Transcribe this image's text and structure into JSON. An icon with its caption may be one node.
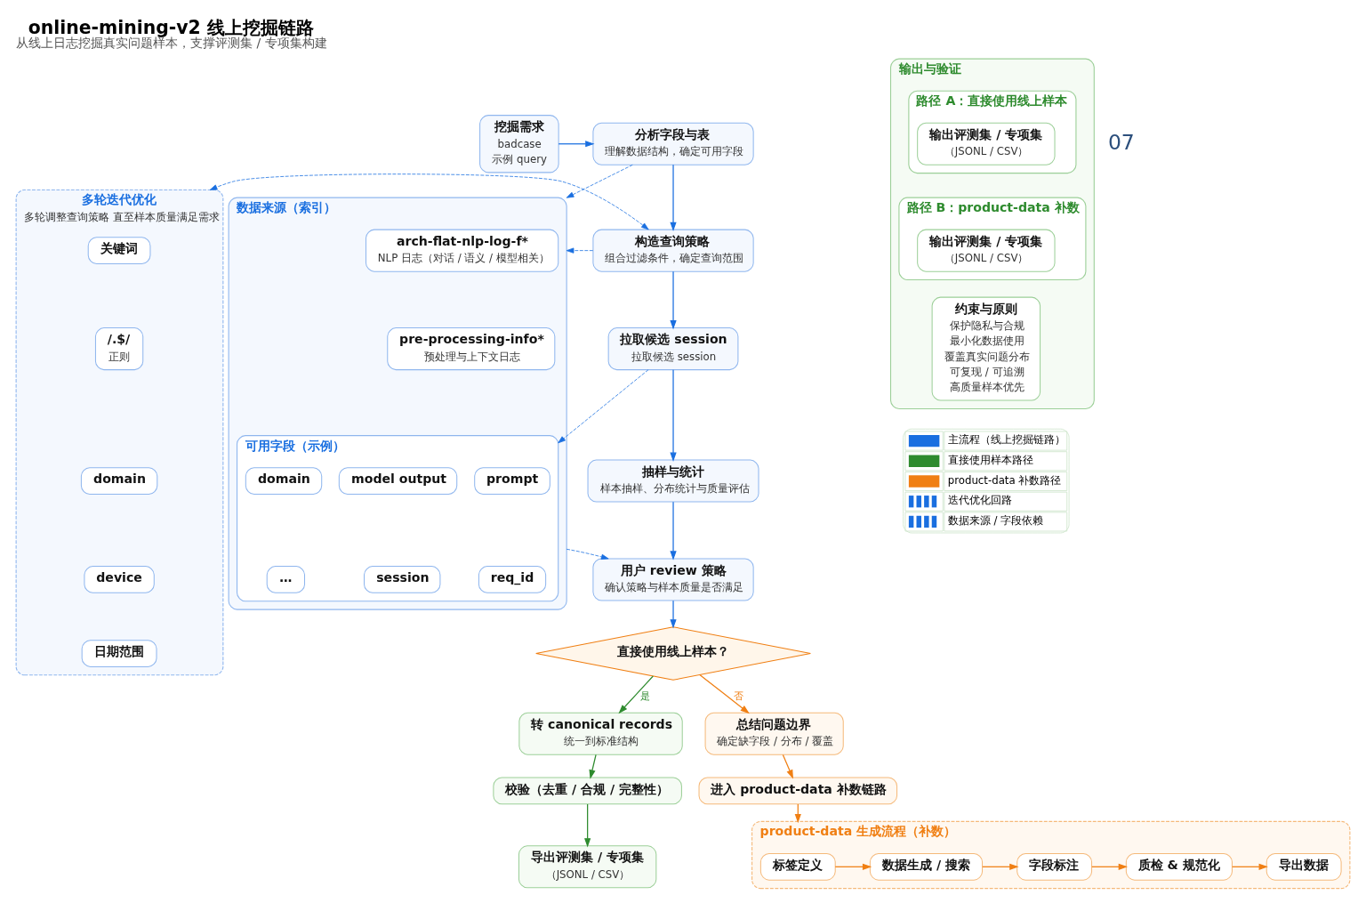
{
  "diagram": {
    "title": "online-mining-v2 线上挖掘链路",
    "caption": "从线上日志挖掘真实问题样本，支撑评测集 / 专项集构建",
    "nodes": [
      {
        "text": [
          "挖掘需求",
          "badcase",
          "示例 query"
        ]
      },
      {
        "text": [
          "分析字段与表",
          "理解数据结构，确定可用字段"
        ]
      },
      {
        "text": [
          "构造查询策略",
          "组合过滤条件，确定查询范围"
        ]
      },
      {
        "text": [
          "拉取候选 session",
          "拉取候选 session"
        ]
      },
      {
        "text": [
          "抽样与统计",
          "样本抽样、分布统计与质量评估"
        ]
      },
      {
        "text": [
          "用户 review 策略",
          "确认策略与样本质量是否满足"
        ]
      },
      {
        "text": [
          "直接使用线上样本？"
        ]
      },
      {
        "text": [
          "转 canonical records",
          "统一到标准结构"
        ]
      },
      {
        "text": [
          "校验（去重 / 合规 / 完整性）"
        ]
      },
      {
        "text": [
          "导出评测集 / 专项集",
          "（JSONL / CSV）"
        ]
      },
      {
        "text": [
          "总结问题边界",
          "确定缺字段 / 分布 / 覆盖"
        ]
      },
      {
        "text": [
          "进入 product-data 补数链路"
        ]
      },
      {
        "text": [
          "product-data 生成流程（补数）"
        ]
      },
      {
        "text": [
          "标签定义"
        ],
        "in": 12
      },
      {
        "text": [
          "数据生成 / 搜索"
        ],
        "in": 12
      },
      {
        "text": [
          "字段标注"
        ],
        "in": 12
      },
      {
        "text": [
          "质检 & 规范化"
        ],
        "in": 12
      },
      {
        "text": [
          "导出数据"
        ],
        "in": 12
      },
      {
        "text": [
          "多轮迭代优化",
          "多轮调整查询策略 直至样本质量满足需求"
        ]
      },
      {
        "text": [
          "关键词"
        ],
        "in": 18
      },
      {
        "text": [
          "/.$/",
          "正则"
        ],
        "in": 18
      },
      {
        "text": [
          "domain"
        ],
        "in": 18
      },
      {
        "text": [
          "device"
        ],
        "in": 18
      },
      {
        "text": [
          "日期范围"
        ],
        "in": 18
      },
      {
        "text": [
          "数据来源（索引）"
        ]
      },
      {
        "text": [
          "arch-flat-nlp-log-f*",
          "NLP 日志（对话 / 语义 / 模型相关）"
        ],
        "in": 24
      },
      {
        "text": [
          "pre-processing-info*",
          "预处理与上下文日志"
        ],
        "in": 24
      },
      {
        "text": [
          "可用字段（示例）"
        ],
        "in": 24
      },
      {
        "text": [
          "prompt"
        ],
        "in": 27
      },
      {
        "text": [
          "model output"
        ],
        "in": 27
      },
      {
        "text": [
          "domain"
        ],
        "in": 27
      },
      {
        "text": [
          "req_id"
        ],
        "in": 27
      },
      {
        "text": [
          "session"
        ],
        "in": 27
      },
      {
        "text": [
          "…"
        ],
        "in": 27
      },
      {
        "text": [
          "输出与验证"
        ]
      },
      {
        "text": [
          "路径 A：直接使用线上样本"
        ],
        "in": 34
      },
      {
        "text": [
          "输出评测集 / 专项集",
          "（JSONL / CSV）"
        ],
        "in": 35
      },
      {
        "text": [
          "路径 B：product-data 补数"
        ],
        "in": 34
      },
      {
        "text": [
          "输出评测集 / 专项集",
          "（JSONL / CSV）"
        ],
        "in": 37
      },
      {
        "text": [
          "约束与原则",
          "保护隐私与合规",
          "最小化数据使用",
          "覆盖真实问题分布",
          "可复现 / 可追溯",
          "高质量样本优先"
        ],
        "in": 34
      }
    ],
    "edges": [
      {
        "from": 0,
        "to": 1,
        "arrow": "to"
      },
      {
        "from": 1,
        "to": 2,
        "arrow": "to"
      },
      {
        "from": 2,
        "to": 3,
        "arrow": "to"
      },
      {
        "from": 3,
        "to": 4,
        "arrow": "to"
      },
      {
        "from": 4,
        "to": 5,
        "arrow": "to"
      },
      {
        "from": 5,
        "to": 6,
        "arrow": "to"
      },
      {
        "from": 1,
        "to": 24,
        "arrow": "to",
        "style": "dashed"
      },
      {
        "from": 2,
        "to": 24,
        "arrow": "to",
        "style": "dashed"
      },
      {
        "from": 3,
        "to": 27,
        "arrow": "to",
        "style": "dashed"
      },
      {
        "from": 24,
        "to": 5,
        "arrow": "to",
        "style": "dashed"
      },
      {
        "from": 2,
        "to": 18,
        "arrow": "both",
        "style": "dashed"
      },
      {
        "from": 6,
        "to": 7,
        "arrow": "to",
        "label": "是",
        "color": "#2e8b2e"
      },
      {
        "from": 7,
        "to": 8,
        "arrow": "to",
        "color": "#2e8b2e"
      },
      {
        "from": 8,
        "to": 9,
        "arrow": "to",
        "color": "#2e8b2e"
      },
      {
        "from": 6,
        "to": 10,
        "arrow": "to",
        "label": "否",
        "color": "#f07f13"
      },
      {
        "from": 10,
        "to": 11,
        "arrow": "to",
        "color": "#f07f13"
      },
      {
        "from": 11,
        "to": 12,
        "arrow": "to",
        "color": "#f07f13"
      },
      {
        "from": 13,
        "to": 14,
        "arrow": "to",
        "color": "#f07f13"
      },
      {
        "from": 14,
        "to": 15,
        "arrow": "to",
        "color": "#f07f13"
      },
      {
        "from": 15,
        "to": 16,
        "arrow": "to",
        "color": "#f07f13"
      },
      {
        "from": 16,
        "to": 17,
        "arrow": "to",
        "color": "#f07f13"
      }
    ],
    "labels": [
      "07"
    ],
    "legend": [
      {
        "text": "主流程（线上挖掘链路）"
      },
      {
        "text": "直接使用样本路径"
      },
      {
        "text": "product-data 补数路径"
      },
      {
        "text": "迭代优化回路"
      },
      {
        "text": "数据来源 / 字段依赖"
      }
    ]
  }
}
